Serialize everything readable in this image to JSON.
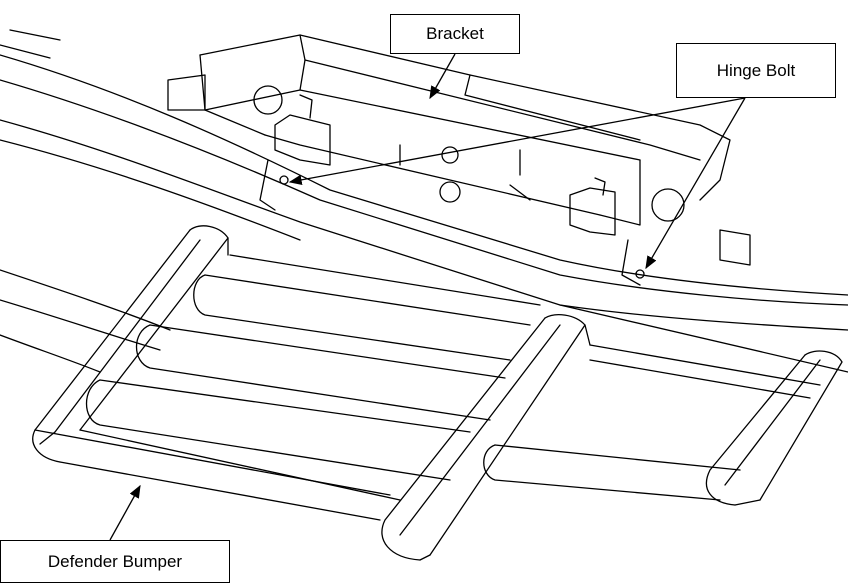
{
  "callouts": {
    "bracket": "Bracket",
    "hinge_bolt": "Hinge Bolt",
    "bumper": "Defender Bumper"
  },
  "colors": {
    "line": "#000000",
    "fill": "#ffffff"
  }
}
